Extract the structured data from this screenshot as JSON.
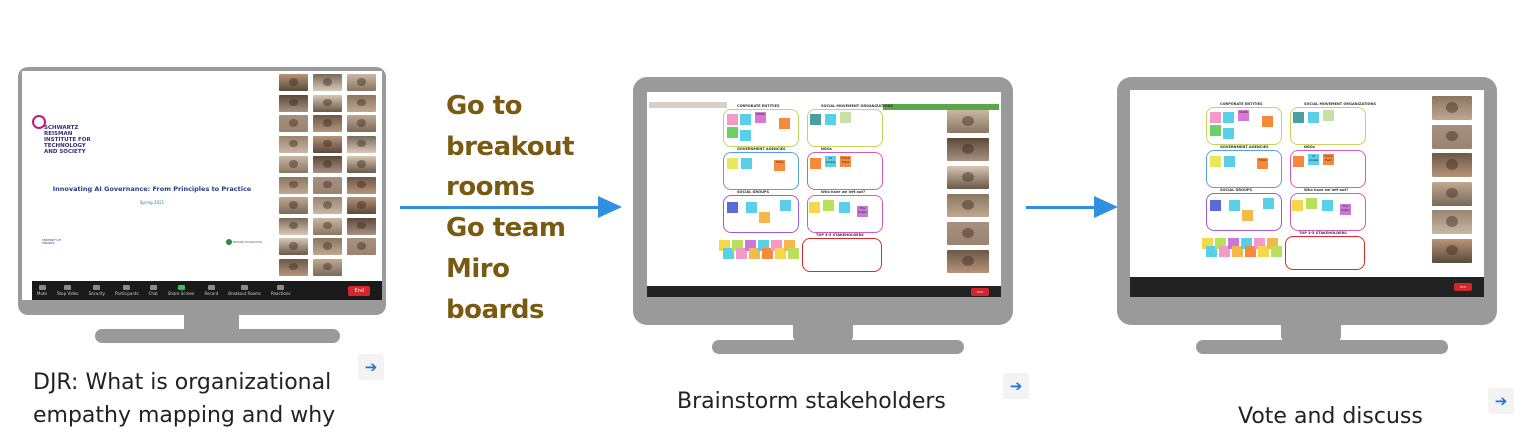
{
  "step1": {
    "slide_logo_text": [
      "SCHWARTZ",
      "REISMAN",
      "INSTITUTE FOR",
      "TECHNOLOGY",
      "AND SOCIETY"
    ],
    "slide_title": "Innovating AI Governance: From Principles to Practice",
    "slide_subtitle": "Spring 2021",
    "slide_footer_left": "UNIVERSITY OF TORONTO",
    "slide_footer_right": "REISMAN FOUNDATION",
    "toolbar": [
      "Mute",
      "Stop Video",
      "Security",
      "Participants",
      "Chat",
      "Share Screen",
      "Record",
      "Breakout Rooms",
      "Reactions"
    ],
    "end_label": "End",
    "caption_line1": "DJR: What is organizational",
    "caption_line2": "empathy mapping and why"
  },
  "middle_text": [
    "Go to",
    "breakout",
    "rooms",
    "Go team",
    "Miro",
    "boards"
  ],
  "step2": {
    "board_sections": [
      "CORPORATE ENTITIES",
      "SOCIAL MOVEMENT ORGANIZATIONS",
      "GOVERNMENT AGENCIES",
      "NGOs",
      "SOCIAL GROUPS",
      "Who have we left out?",
      "TOP 3-5 STAKEHOLDERS"
    ],
    "stickies": [
      "MaRS",
      "STAG",
      "AI Global",
      "Frank Field",
      "The Public"
    ],
    "caption": "Brainstorm stakeholders"
  },
  "step3": {
    "caption": "Vote and discuss"
  },
  "colors": {
    "arrow": "#2f8fe0",
    "middle_text": "#7a5a10",
    "monitor": "#9a9a9a",
    "link_icon": "#1a73e8",
    "end_button": "#d3262d"
  },
  "icons": [
    "arrow-right-icon",
    "open-link-icon"
  ]
}
